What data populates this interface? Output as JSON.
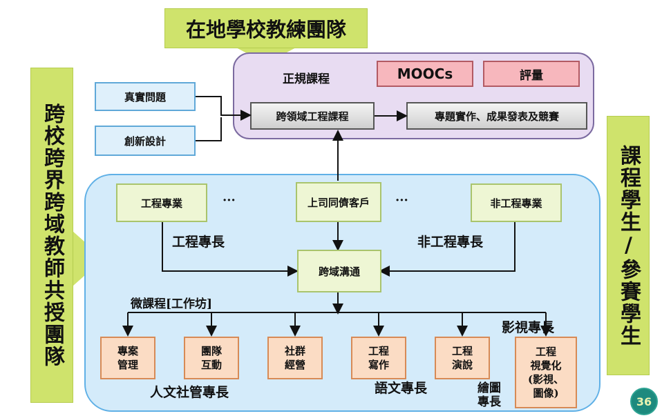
{
  "top_banner": "在地學校教練團隊",
  "left_banner": "跨校跨界跨域教師共授團隊",
  "right_banner": "課程學生/參賽學生",
  "top_section": {
    "formal_course_label": "正規課程",
    "moocs": "MOOCs",
    "assessment": "評量",
    "real_problem": "真實問題",
    "innovative_design": "創新設計",
    "cross_domain_course": "跨領域工程課程",
    "project_output": "專題實作、成果發表及競賽"
  },
  "middle_section": {
    "engineering_major": "工程專業",
    "stakeholders": "上司同儕客戶",
    "non_engineering_major": "非工程專業",
    "ellipsis_1": "···",
    "ellipsis_2": "···",
    "engineering_expertise": "工程專長",
    "non_engineering_expertise": "非工程專長",
    "cross_domain_communication": "跨域溝通",
    "micro_course": "微課程[工作坊]"
  },
  "bottom_section": {
    "boxes": [
      {
        "line1": "專案",
        "line2": "管理"
      },
      {
        "line1": "團隊",
        "line2": "互動"
      },
      {
        "line1": "社群",
        "line2": "經營"
      },
      {
        "line1": "工程",
        "line2": "寫作"
      },
      {
        "line1": "工程",
        "line2": "演說"
      },
      {
        "line1": "工程",
        "line2": "視覺化",
        "line3": "(影視、",
        "line4": "圖像)"
      }
    ],
    "humanities_label": "人文社管專長",
    "language_label": "語文專長",
    "drawing_label_1": "繪圖",
    "drawing_label_2": "專長",
    "film_label": "影視專長"
  },
  "page_number": "36",
  "colors": {
    "banner_green": "#cfe36c",
    "purple_panel": "#e8dcf2",
    "blue_panel": "#d4ebfa",
    "pink_box": "#f7b7bd",
    "orange_box": "#fbdcc4",
    "page_badge": "#1d8a7e"
  }
}
